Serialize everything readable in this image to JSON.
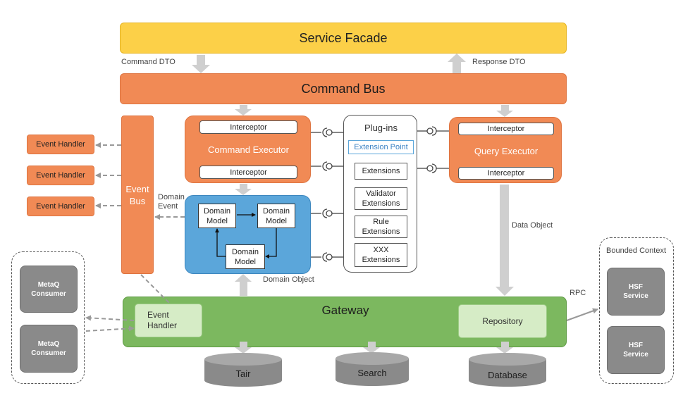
{
  "title": "Service Facade",
  "command_bus": "Command Bus",
  "command_dto": "Command DTO",
  "response_dto": "Response DTO",
  "event_bus": "Event Bus",
  "event_handlers": [
    "Event Handler",
    "Event Handler",
    "Event Handler"
  ],
  "domain_event": "Domain Event",
  "command_executor": {
    "title": "Command Executor",
    "interceptor_top": "Interceptor",
    "interceptor_bottom": "Interceptor"
  },
  "query_executor": {
    "title": "Query Executor",
    "interceptor_top": "Interceptor",
    "interceptor_bottom": "Interceptor"
  },
  "domain": {
    "models": [
      "Domain Model",
      "Domain Model",
      "Domain Model"
    ],
    "label": "Domain Object"
  },
  "plugins": {
    "title": "Plug-ins",
    "extension_point": "Extension Point",
    "extensions": [
      "Extensions",
      "Validator Extensions",
      "Rule Extensions",
      "XXX Extensions"
    ]
  },
  "data_object": "Data Object",
  "gateway": {
    "title": "Gateway",
    "event_handler": "Event Handler",
    "repository": "Repository"
  },
  "rpc": "RPC",
  "storages": [
    "Tair",
    "Search",
    "Database"
  ],
  "metaq": [
    "MetaQ Consumer",
    "MetaQ Consumer"
  ],
  "bounded_context": {
    "title": "Bounded Context",
    "services": [
      "HSF Service",
      "HSF Service"
    ]
  },
  "colors": {
    "facade": "#fcd048",
    "orange": "#f18a55",
    "domain_blue": "#5ba6da",
    "gateway_green": "#7cb85f",
    "light_green": "#d6ecc6",
    "storage_gray": "#8a8a8a",
    "arrow_gray": "#cfcfcf"
  }
}
